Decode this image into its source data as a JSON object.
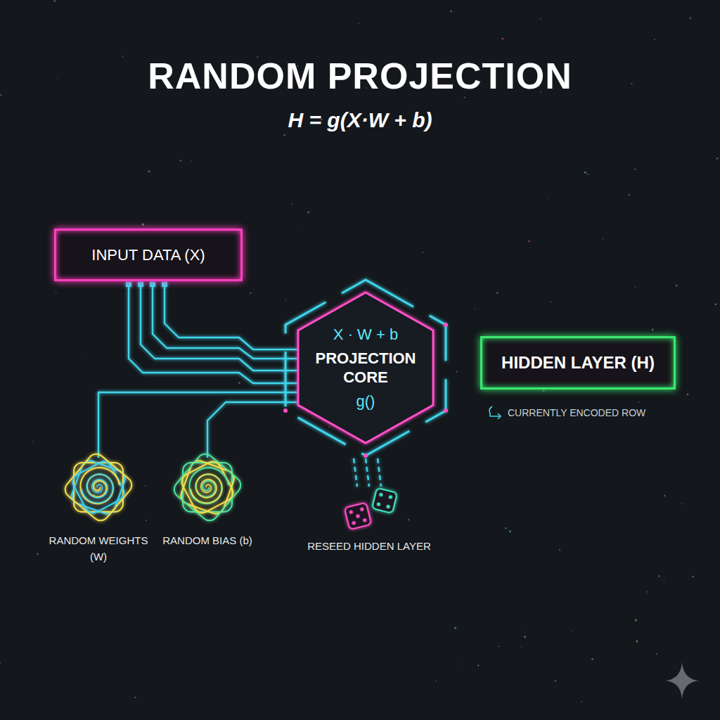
{
  "diagram": {
    "title": "RANDOM PROJECTION",
    "nodes": [
      {
        "text": [
          "INPUT DATA (X)"
        ]
      },
      {
        "text": [
          "X · W + b",
          "PROJECTION CORE",
          "g()"
        ]
      },
      {
        "text": [
          "HIDDEN LAYER (H)"
        ]
      },
      {
        "text": [
          "RANDOM WEIGHTS (W)"
        ]
      },
      {
        "text": [
          "RANDOM BIAS (b)"
        ]
      },
      {
        "text": [
          "RESEED HIDDEN LAYER"
        ]
      }
    ],
    "edges": [
      {
        "from": 0,
        "to": 1,
        "arrow": "none"
      },
      {
        "from": 3,
        "to": 1,
        "arrow": "none"
      },
      {
        "from": 4,
        "to": 1,
        "arrow": "none"
      },
      {
        "from": 1,
        "to": 2,
        "arrow": "to"
      },
      {
        "from": 1,
        "to": 5,
        "arrow": "none"
      }
    ],
    "labels": [
      "H = g(X·W + b)",
      "CURRENTLY ENCODED ROW"
    ]
  }
}
